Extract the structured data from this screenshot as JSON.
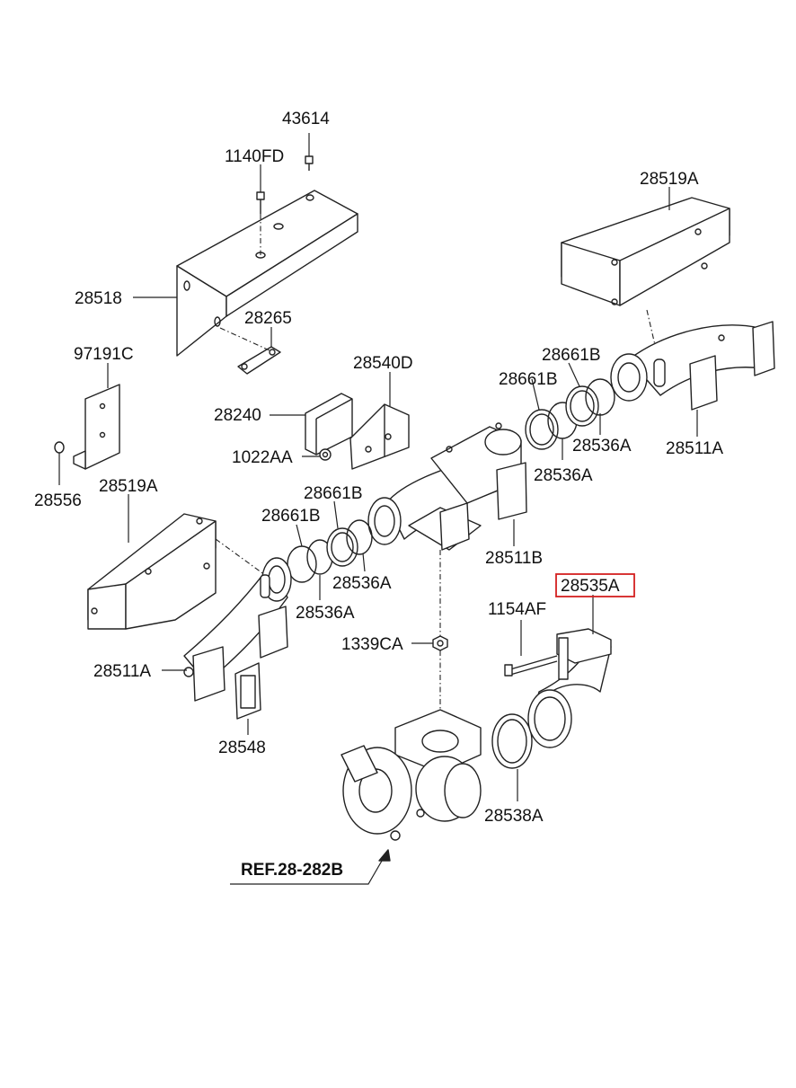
{
  "colors": {
    "highlight": "#d42020",
    "line": "#222222"
  },
  "labels": {
    "p43614": "43614",
    "p1140FD": "1140FD",
    "p28519A_top": "28519A",
    "p28518": "28518",
    "p28265": "28265",
    "p97191C": "97191C",
    "p28540D": "28540D",
    "p28661B_r1": "28661B",
    "p28661B_r2": "28661B",
    "p28240": "28240",
    "p1022AA": "1022AA",
    "p28536A_r1": "28536A",
    "p28511A_r": "28511A",
    "p28556": "28556",
    "p28536A_r2": "28536A",
    "p28519A_left": "28519A",
    "p28661B_l1": "28661B",
    "p28661B_l2": "28661B",
    "p28511B": "28511B",
    "p28535A": "28535A",
    "p28536A_l1": "28536A",
    "p1154AF": "1154AF",
    "p28536A_l2": "28536A",
    "p1339CA": "1339CA",
    "p28511A_l": "28511A",
    "p28548": "28548",
    "p28538A": "28538A",
    "ref": "REF.28-282B"
  },
  "highlighted_part": "28535A"
}
